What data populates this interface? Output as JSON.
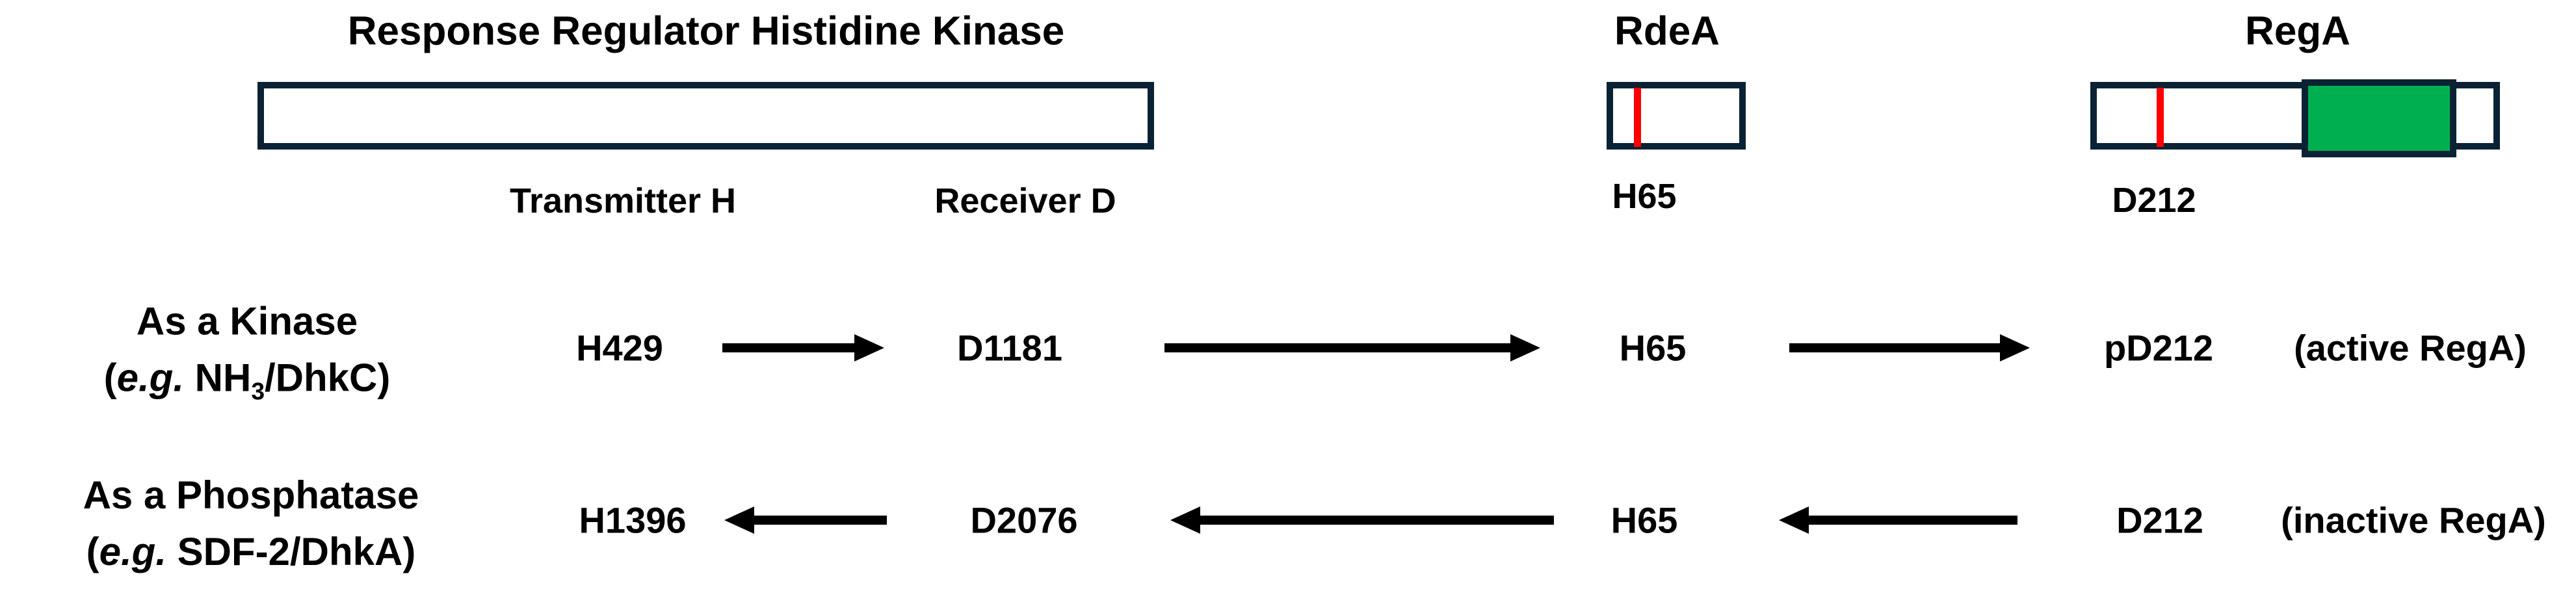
{
  "theme": {
    "bg": "#ffffff",
    "text": "#000000",
    "outline": "#0a2233",
    "site": "#ff0000",
    "domain": "#00b050",
    "arrow": "#000000"
  },
  "proteins": {
    "kinase": {
      "title": "Response Regulator Histidine Kinase",
      "transmitter_label": "Transmitter H",
      "receiver_label": "Receiver D"
    },
    "rdea": {
      "title": "RdeA",
      "site_label": "H65"
    },
    "rega": {
      "title": "RegA",
      "site_label": "D212"
    }
  },
  "rows": {
    "kinase": {
      "name_line1": "As a Kinase",
      "eg_open_paren": "(",
      "eg_abbrev": "e.g.",
      "eg_text_before_sub": " NH",
      "eg_subscript": "3",
      "eg_text_after_sub": "/DhkC)",
      "step_transmitter": "H429",
      "step_receiver": "D1181",
      "step_rdea": "H65",
      "step_rega": "pD212",
      "result_note": "(active RegA)"
    },
    "phosphatase": {
      "name_line1": "As a Phosphatase",
      "eg_open_paren": "(",
      "eg_abbrev": "e.g.",
      "eg_text": " SDF-2/DhkA)",
      "step_transmitter": "H1396",
      "step_receiver": "D2076",
      "step_rdea": "H65",
      "step_rega": "D212",
      "result_note": "(inactive RegA)"
    }
  }
}
